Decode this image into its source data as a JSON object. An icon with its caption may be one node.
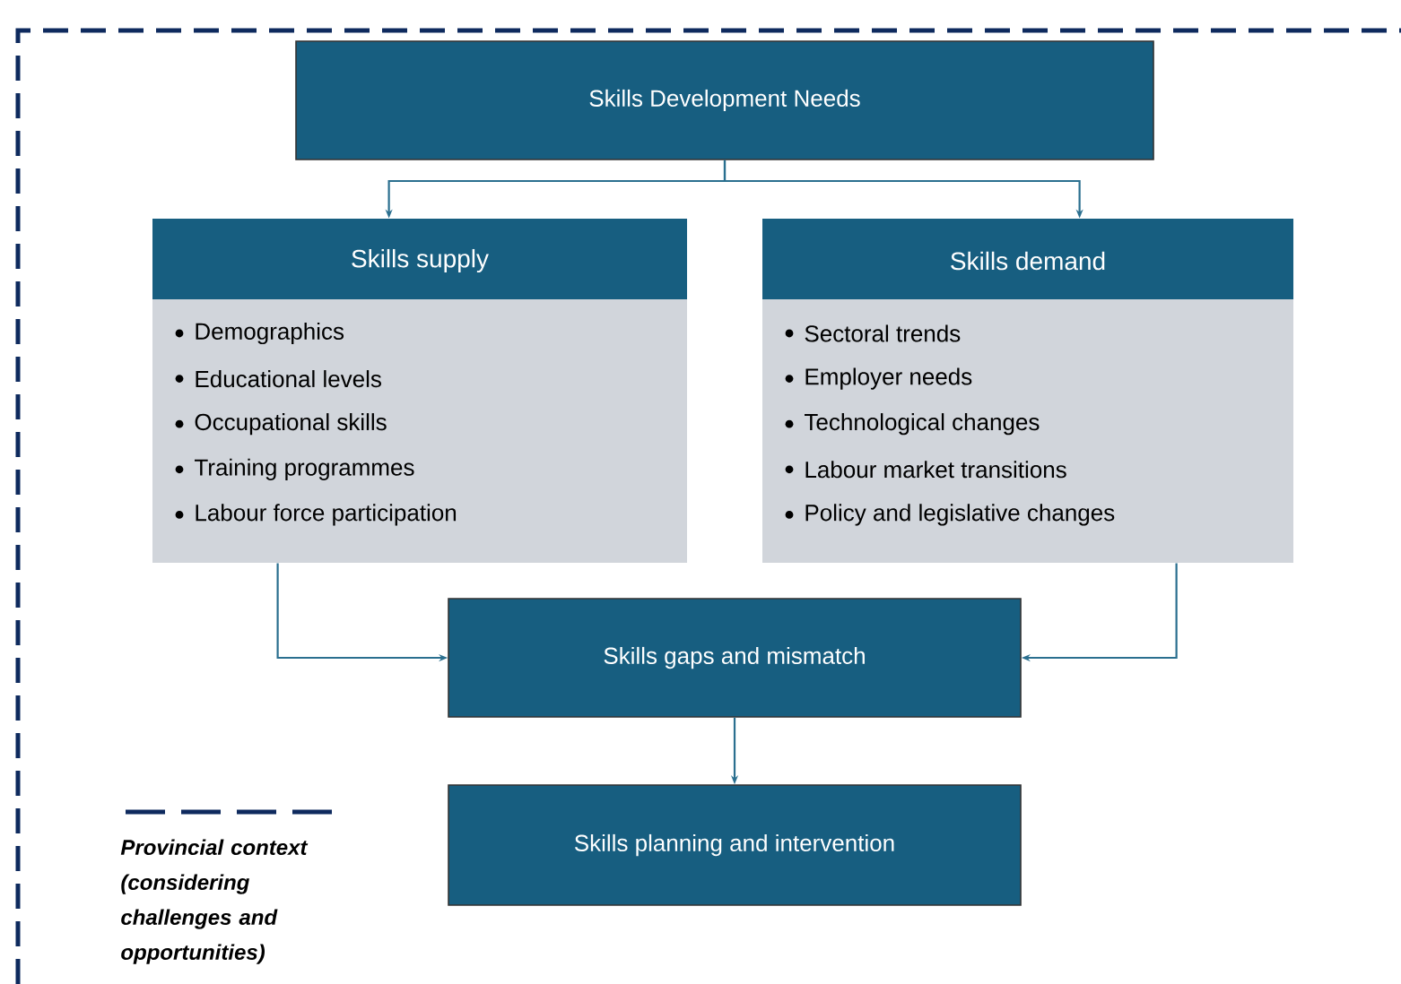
{
  "diagram": {
    "nodes": [
      {
        "text": [
          "Skills Development Needs"
        ]
      },
      {
        "text": [
          "Skills supply",
          "Demographics",
          "Educational levels",
          "Occupational skills",
          "Training programmes",
          "Labour force participation"
        ]
      },
      {
        "text": [
          "Skills demand",
          "Sectoral trends",
          "Employer needs",
          "Technological changes",
          "Labour market transitions",
          "Policy and legislative changes"
        ]
      },
      {
        "text": [
          "Skills gaps and mismatch"
        ]
      },
      {
        "text": [
          "Skills planning and intervention"
        ]
      }
    ],
    "edges": [
      {
        "from": 0,
        "to": 1,
        "arrow": "to"
      },
      {
        "from": 0,
        "to": 2,
        "arrow": "to"
      },
      {
        "from": 1,
        "to": 3,
        "arrow": "to"
      },
      {
        "from": 2,
        "to": 3,
        "arrow": "to"
      },
      {
        "from": 3,
        "to": 4,
        "arrow": "to"
      }
    ],
    "legend": [
      {
        "text": "Provincial context (considering challenges and opportunities)"
      }
    ]
  }
}
